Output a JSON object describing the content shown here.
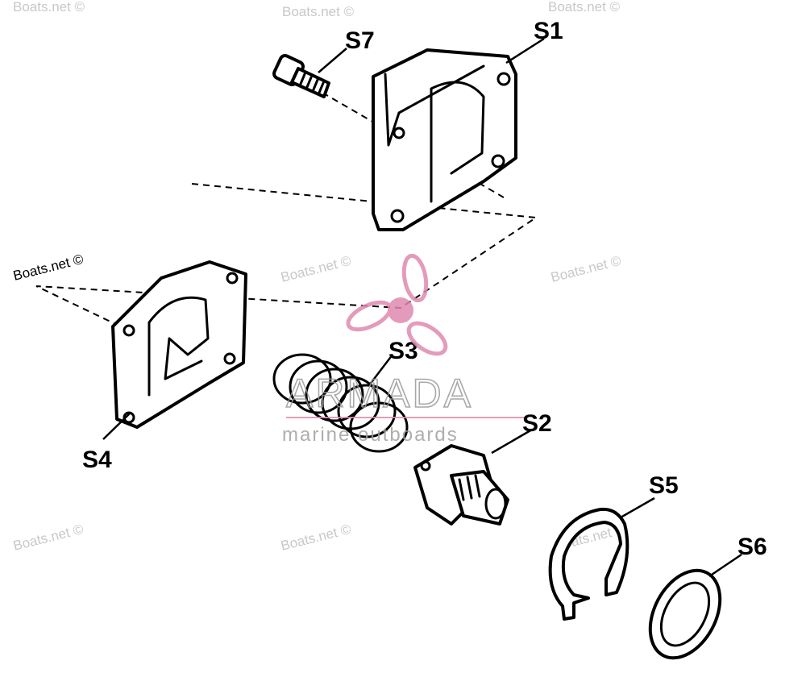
{
  "callouts": {
    "s1": "S1",
    "s2": "S2",
    "s3": "S3",
    "s4": "S4",
    "s5": "S5",
    "s6": "S6",
    "s7": "S7"
  },
  "watermark": {
    "copyright": "Boats.net ©",
    "brand": "ARMADA",
    "brand_tagline": "marine outboards",
    "logo_color": "#e08ab0"
  }
}
